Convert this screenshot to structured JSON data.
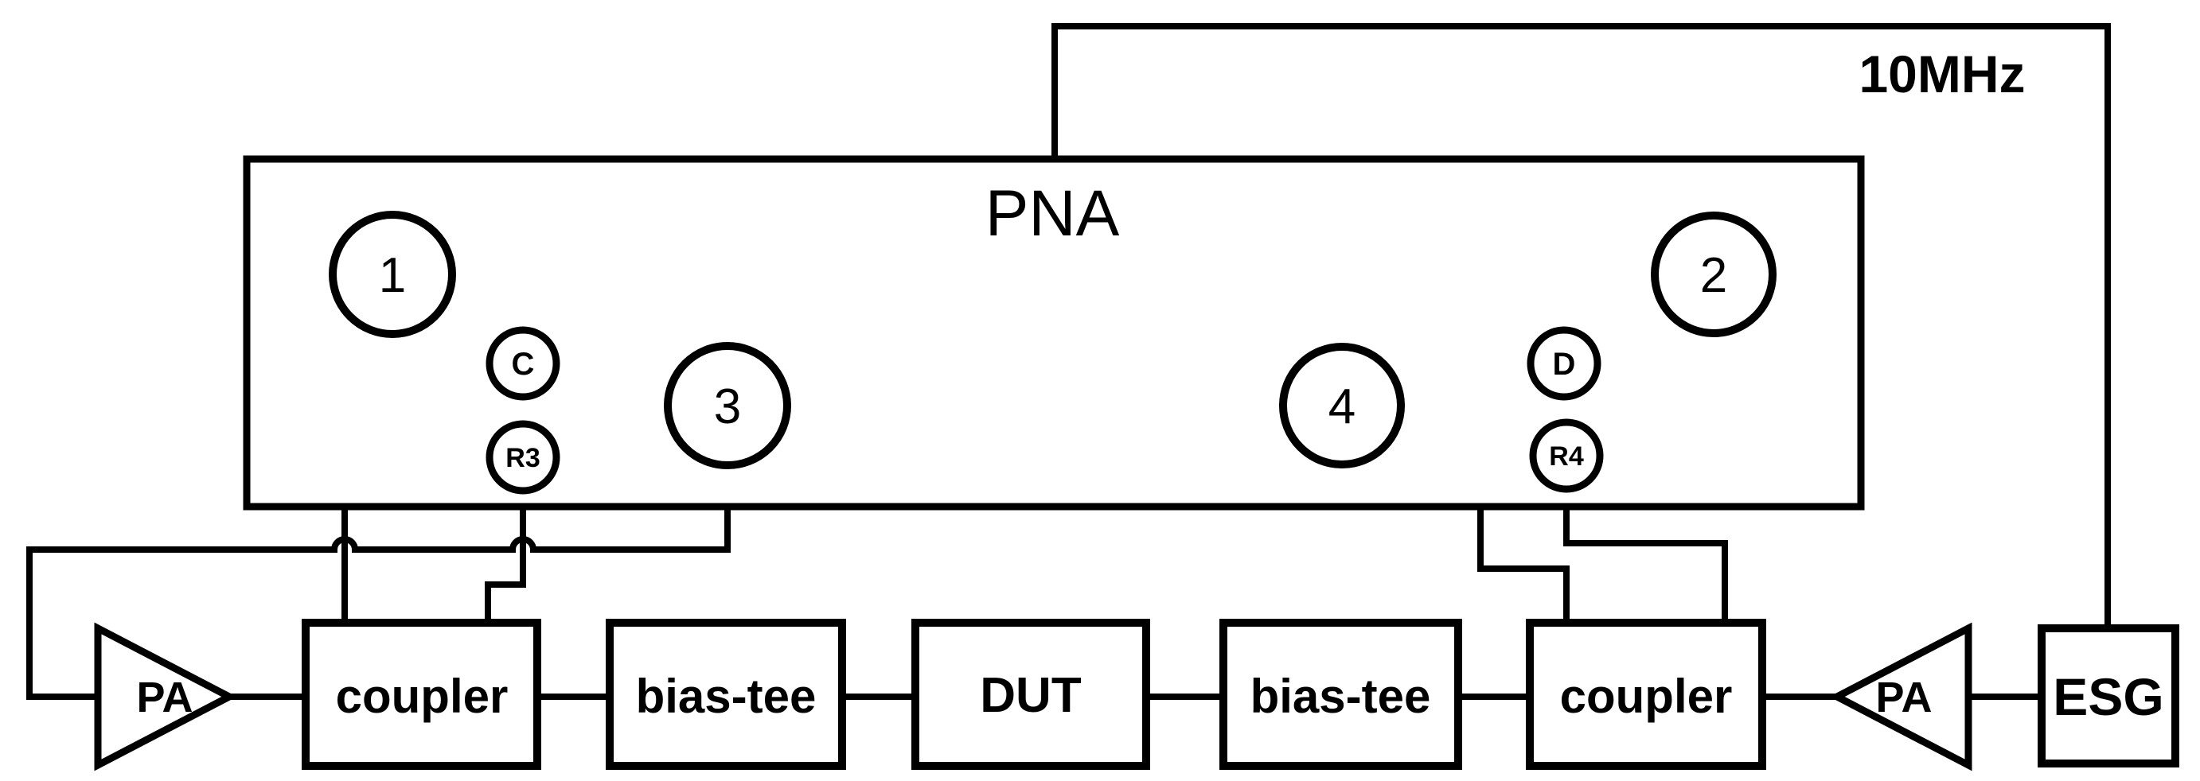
{
  "figure": {
    "device_pna": {
      "label": "PNA",
      "ports": {
        "p1": "1",
        "p2": "2",
        "p3": "3",
        "p4": "4"
      },
      "receivers": {
        "c": "C",
        "r3": "R3",
        "d": "D",
        "r4": "R4"
      }
    },
    "reference": {
      "label": "10MHz"
    },
    "blocks": {
      "pa_left": "PA",
      "coupler_left": "coupler",
      "bias_tee_left": "bias-tee",
      "dut": "DUT",
      "bias_tee_right": "bias-tee",
      "coupler_right": "coupler",
      "pa_right": "PA",
      "esg": "ESG"
    },
    "colors": {
      "line": "#000000",
      "background": "#ffffff",
      "text": "#000000"
    }
  }
}
